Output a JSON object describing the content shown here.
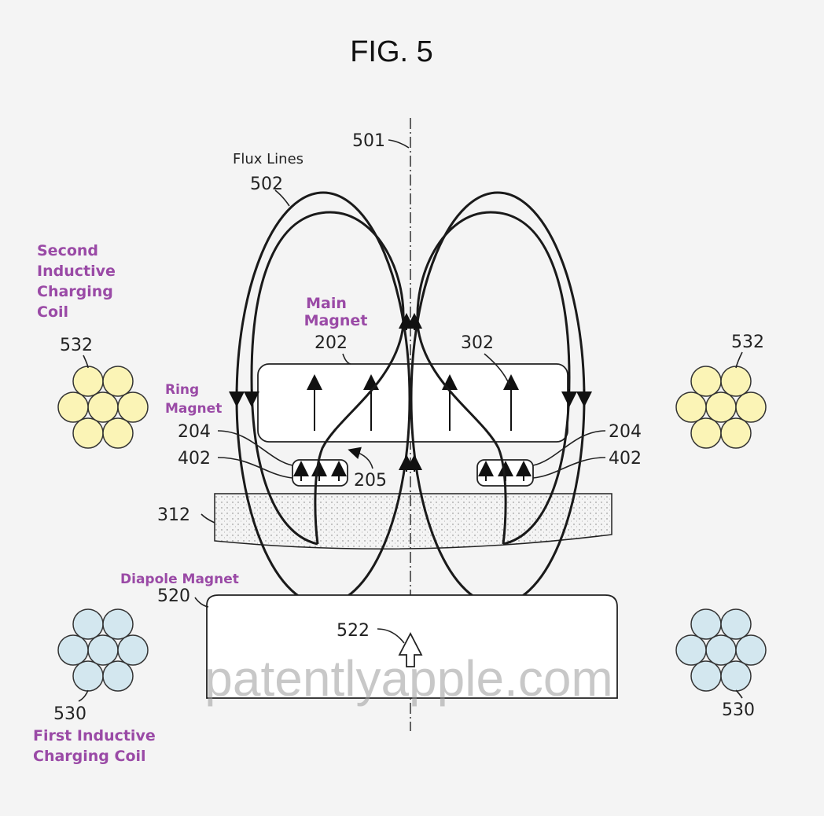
{
  "figure": {
    "title": "FIG. 5"
  },
  "refs": {
    "axis": "501",
    "flux": "502",
    "main_magnet": "202",
    "field": "302",
    "ring_left": "204",
    "ring_right": "204",
    "ring_arrows_left": "402",
    "ring_arrows_right": "402",
    "gap": "205",
    "plate": "312",
    "dipole": "520",
    "dipole_arrow": "522",
    "coil2_left": "532",
    "coil2_right": "532",
    "coil1_left": "530",
    "coil1_right": "530"
  },
  "annotations": {
    "flux_lines": "Flux Lines",
    "second_coil": [
      "Second",
      "Inductive",
      "Charging",
      "Coil"
    ],
    "main_magnet": [
      "Main",
      "Magnet"
    ],
    "ring_magnet": [
      "Ring",
      "Magnet"
    ],
    "dipole_magnet": "Diapole Magnet",
    "first_coil": [
      "First Inductive",
      "Charging Coil"
    ]
  },
  "watermark": "patentlyapple.com",
  "colors": {
    "annotation": "#9a4aa6",
    "coil_second": "#fbf4b6",
    "coil_first": "#d3e7ef"
  }
}
